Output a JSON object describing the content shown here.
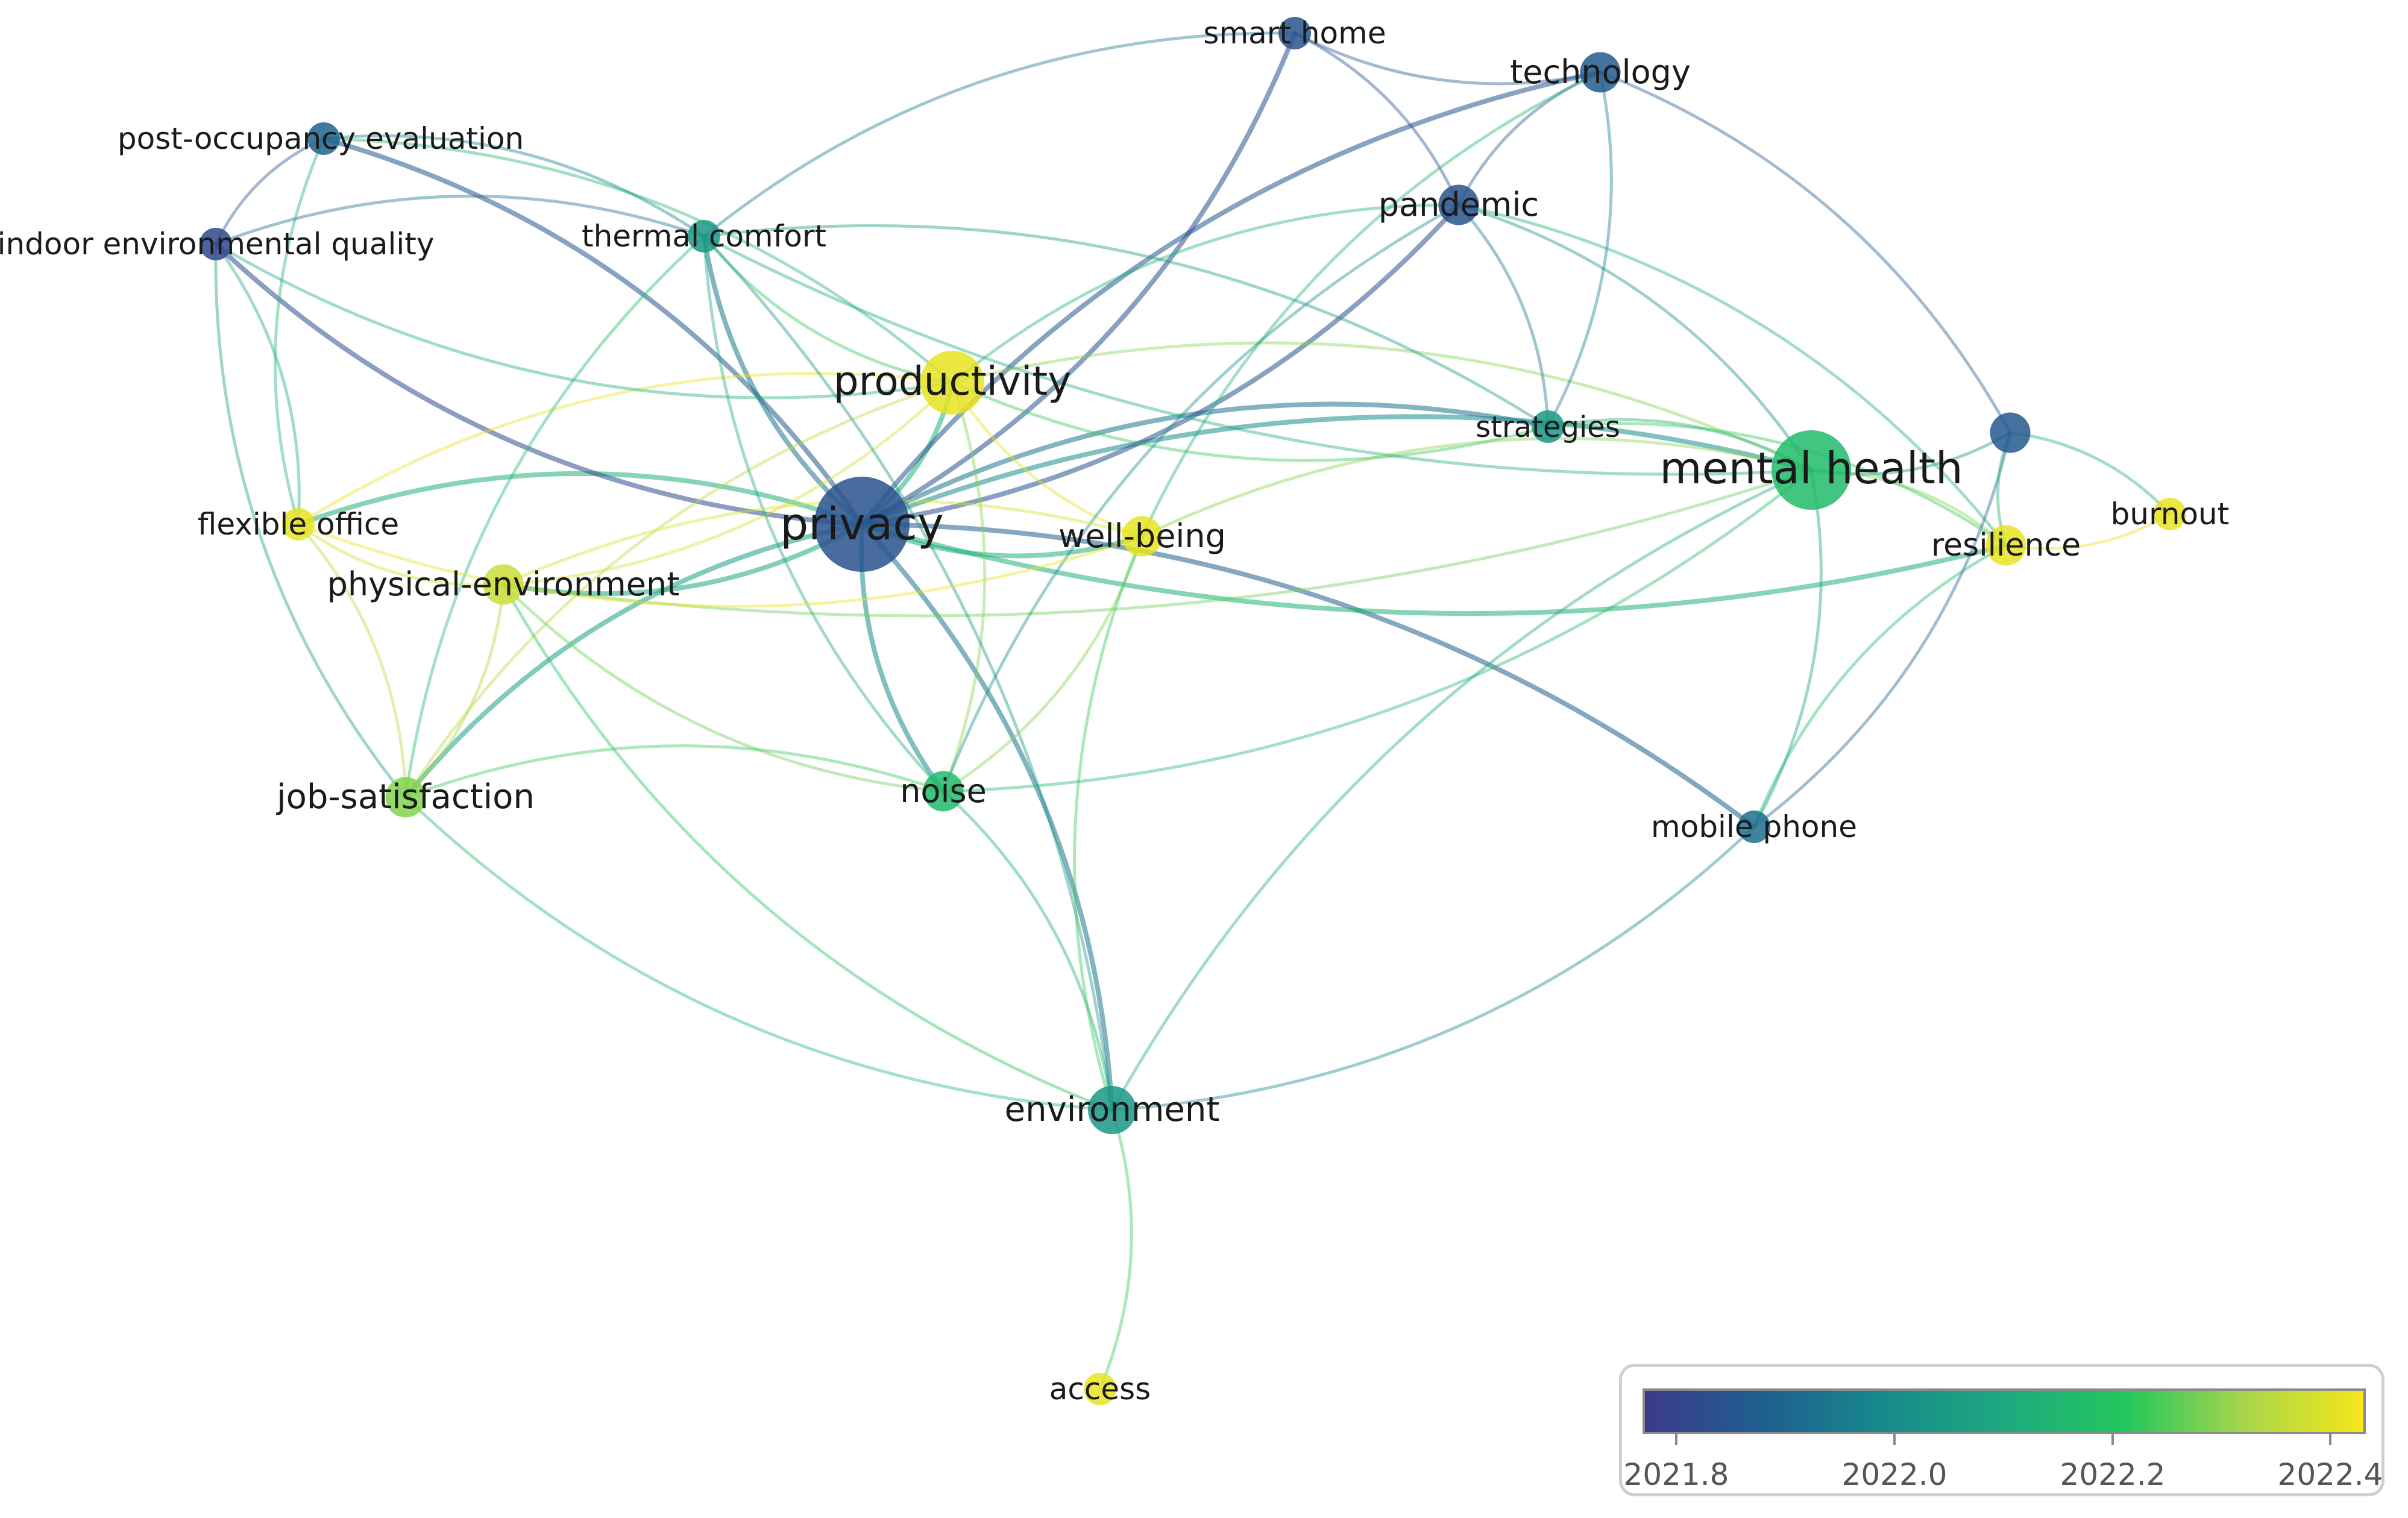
{
  "network": {
    "nodes": [
      {
        "id": "privacy",
        "label": "privacy",
        "year": 2021.85,
        "weight": 10
      },
      {
        "id": "productivity",
        "label": "productivity",
        "year": 2022.42,
        "weight": 6
      },
      {
        "id": "mental_health",
        "label": "mental health",
        "year": 2022.18,
        "weight": 8
      },
      {
        "id": "smart_home",
        "label": "smart home",
        "year": 2021.85,
        "weight": 2
      },
      {
        "id": "technology",
        "label": "technology",
        "year": 2021.88,
        "weight": 3
      },
      {
        "id": "pandemic",
        "label": "pandemic",
        "year": 2021.85,
        "weight": 3
      },
      {
        "id": "post_occupancy",
        "label": "post-occupancy evaluation",
        "year": 2021.9,
        "weight": 2
      },
      {
        "id": "ieq",
        "label": "indoor environmental quality",
        "year": 2021.82,
        "weight": 2
      },
      {
        "id": "thermal_comfort",
        "label": "thermal comfort",
        "year": 2022.05,
        "weight": 2
      },
      {
        "id": "strategies",
        "label": "strategies",
        "year": 2022.05,
        "weight": 2
      },
      {
        "id": "unlabeled",
        "label": "",
        "year": 2021.87,
        "weight": 3
      },
      {
        "id": "burnout",
        "label": "burnout",
        "year": 2022.42,
        "weight": 2
      },
      {
        "id": "resilience",
        "label": "resilience",
        "year": 2022.42,
        "weight": 3
      },
      {
        "id": "flexible_office",
        "label": "flexible office",
        "year": 2022.42,
        "weight": 2
      },
      {
        "id": "physical_environment",
        "label": "physical-environment",
        "year": 2022.38,
        "weight": 3
      },
      {
        "id": "well_being",
        "label": "well-being",
        "year": 2022.42,
        "weight": 3
      },
      {
        "id": "job_satisfaction",
        "label": "job-satisfaction",
        "year": 2022.3,
        "weight": 3
      },
      {
        "id": "noise",
        "label": "noise",
        "year": 2022.18,
        "weight": 3
      },
      {
        "id": "mobile_phone",
        "label": "mobile phone",
        "year": 2021.93,
        "weight": 2
      },
      {
        "id": "environment",
        "label": "environment",
        "year": 2022.05,
        "weight": 4
      },
      {
        "id": "access",
        "label": "access",
        "year": 2022.42,
        "weight": 2
      }
    ],
    "links": [
      [
        "privacy",
        "productivity"
      ],
      [
        "privacy",
        "mental_health"
      ],
      [
        "privacy",
        "noise"
      ],
      [
        "privacy",
        "environment"
      ],
      [
        "privacy",
        "job_satisfaction"
      ],
      [
        "privacy",
        "physical_environment"
      ],
      [
        "privacy",
        "flexible_office"
      ],
      [
        "privacy",
        "ieq"
      ],
      [
        "privacy",
        "post_occupancy"
      ],
      [
        "privacy",
        "thermal_comfort"
      ],
      [
        "privacy",
        "well_being"
      ],
      [
        "privacy",
        "strategies"
      ],
      [
        "privacy",
        "pandemic"
      ],
      [
        "privacy",
        "technology"
      ],
      [
        "privacy",
        "smart_home"
      ],
      [
        "privacy",
        "mobile_phone"
      ],
      [
        "privacy",
        "resilience"
      ],
      [
        "productivity",
        "thermal_comfort"
      ],
      [
        "productivity",
        "post_occupancy"
      ],
      [
        "productivity",
        "physical_environment"
      ],
      [
        "productivity",
        "job_satisfaction"
      ],
      [
        "productivity",
        "noise"
      ],
      [
        "productivity",
        "well_being"
      ],
      [
        "productivity",
        "pandemic"
      ],
      [
        "productivity",
        "strategies"
      ],
      [
        "productivity",
        "mental_health"
      ],
      [
        "productivity",
        "flexible_office"
      ],
      [
        "productivity",
        "ieq"
      ],
      [
        "mental_health",
        "strategies"
      ],
      [
        "mental_health",
        "resilience"
      ],
      [
        "mental_health",
        "unlabeled"
      ],
      [
        "mental_health",
        "noise"
      ],
      [
        "mental_health",
        "environment"
      ],
      [
        "mental_health",
        "mobile_phone"
      ],
      [
        "mental_health",
        "pandemic"
      ],
      [
        "mental_health",
        "thermal_comfort"
      ],
      [
        "mental_health",
        "well_being"
      ],
      [
        "mental_health",
        "physical_environment"
      ],
      [
        "smart_home",
        "technology"
      ],
      [
        "smart_home",
        "pandemic"
      ],
      [
        "smart_home",
        "thermal_comfort"
      ],
      [
        "technology",
        "unlabeled"
      ],
      [
        "technology",
        "pandemic"
      ],
      [
        "technology",
        "strategies"
      ],
      [
        "technology",
        "well_being"
      ],
      [
        "pandemic",
        "strategies"
      ],
      [
        "pandemic",
        "noise"
      ],
      [
        "pandemic",
        "resilience"
      ],
      [
        "post_occupancy",
        "ieq"
      ],
      [
        "post_occupancy",
        "thermal_comfort"
      ],
      [
        "post_occupancy",
        "flexible_office"
      ],
      [
        "ieq",
        "thermal_comfort"
      ],
      [
        "ieq",
        "job_satisfaction"
      ],
      [
        "ieq",
        "flexible_office"
      ],
      [
        "thermal_comfort",
        "noise"
      ],
      [
        "thermal_comfort",
        "environment"
      ],
      [
        "thermal_comfort",
        "job_satisfaction"
      ],
      [
        "thermal_comfort",
        "strategies"
      ],
      [
        "flexible_office",
        "physical_environment"
      ],
      [
        "flexible_office",
        "job_satisfaction"
      ],
      [
        "flexible_office",
        "well_being"
      ],
      [
        "physical_environment",
        "job_satisfaction"
      ],
      [
        "physical_environment",
        "noise"
      ],
      [
        "physical_environment",
        "well_being"
      ],
      [
        "physical_environment",
        "environment"
      ],
      [
        "job_satisfaction",
        "noise"
      ],
      [
        "job_satisfaction",
        "environment"
      ],
      [
        "noise",
        "environment"
      ],
      [
        "noise",
        "well_being"
      ],
      [
        "environment",
        "access"
      ],
      [
        "environment",
        "mobile_phone"
      ],
      [
        "environment",
        "well_being"
      ],
      [
        "mobile_phone",
        "unlabeled"
      ],
      [
        "mobile_phone",
        "resilience"
      ],
      [
        "resilience",
        "burnout"
      ],
      [
        "unlabeled",
        "burnout"
      ],
      [
        "unlabeled",
        "resilience"
      ],
      [
        "strategies",
        "resilience"
      ]
    ]
  },
  "legend": {
    "ticks": [
      {
        "value": 2021.8,
        "label": "2021.8"
      },
      {
        "value": 2022.0,
        "label": "2022.0"
      },
      {
        "value": 2022.2,
        "label": "2022.2"
      },
      {
        "value": 2022.4,
        "label": "2022.4"
      }
    ],
    "range": [
      2021.78,
      2022.44
    ],
    "colors": [
      "#3b3a8c",
      "#1f5f8f",
      "#178a8c",
      "#1ea97f",
      "#22c65e",
      "#a6d64a",
      "#f6e619"
    ]
  }
}
